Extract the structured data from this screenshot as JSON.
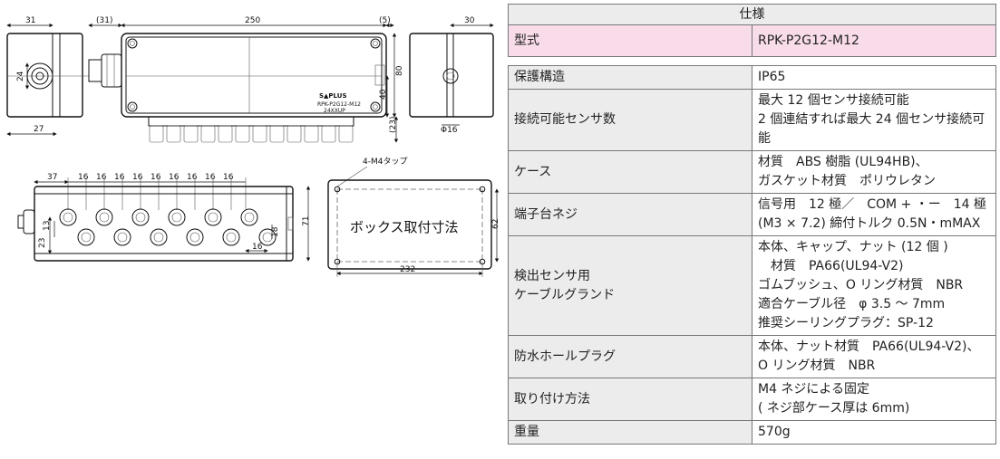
{
  "drawing": {
    "dims": {
      "d31": "31",
      "d31p": "(31)",
      "d250": "250",
      "d5p": "(5)",
      "d30": "30",
      "d24": "24",
      "d27": "27",
      "d80": "80",
      "d40": "40",
      "d23p": "(23)",
      "d16phi": "Φ16",
      "d37": "37",
      "d16": "16",
      "d71": "71",
      "d62": "62",
      "d13": "13",
      "d23": "23",
      "d18": "18",
      "d232": "232"
    },
    "logo": "S▲PLUS",
    "model_label": "RPK-P2G12-M12",
    "volt_label": "24XXUP",
    "tap_label": "4-M4タップ",
    "box_dim_label": "ボックス取付寸法"
  },
  "spec": {
    "header": "仕様",
    "rows": [
      {
        "key": "型式",
        "lines": [
          "RPK-P2G12-M12"
        ]
      },
      {
        "key": "保護構造",
        "lines": [
          "IP65"
        ]
      },
      {
        "key": "接続可能センサ数",
        "lines": [
          "最大 12 個センサ接続可能",
          "2 個連結すれば最大 24 個センサ接続可能"
        ]
      },
      {
        "key": "ケース",
        "lines": [
          "材質　ABS 樹脂 (UL94HB)、",
          "ガスケット材質　ポリウレタン"
        ]
      },
      {
        "key": "端子台ネジ",
        "lines": [
          "信号用　12 極／　COM + ・ー　14 極",
          "(M3 × 7.2)  締付トルク 0.5N・mMAX"
        ]
      },
      {
        "key": "検出センサ用\nケーブルグランド",
        "lines": [
          "本体、キャップ、ナット (12 個 )",
          "　材質　PA66(UL94-V2)",
          "ゴムブッシュ、O リング材質　NBR",
          "適合ケーブル径　φ 3.5 ～ 7mm",
          "推奨シーリングプラグ：SP-12"
        ]
      },
      {
        "key": "防水ホールプラグ",
        "lines": [
          "本体、ナット材質　PA66(UL94-V2)、",
          "O リング材質　NBR"
        ]
      },
      {
        "key": "取り付け方法",
        "lines": [
          "M4 ネジによる固定",
          "( ネジ部ケース厚は 6mm)"
        ]
      },
      {
        "key": "重量",
        "lines": [
          "570g"
        ]
      }
    ]
  }
}
